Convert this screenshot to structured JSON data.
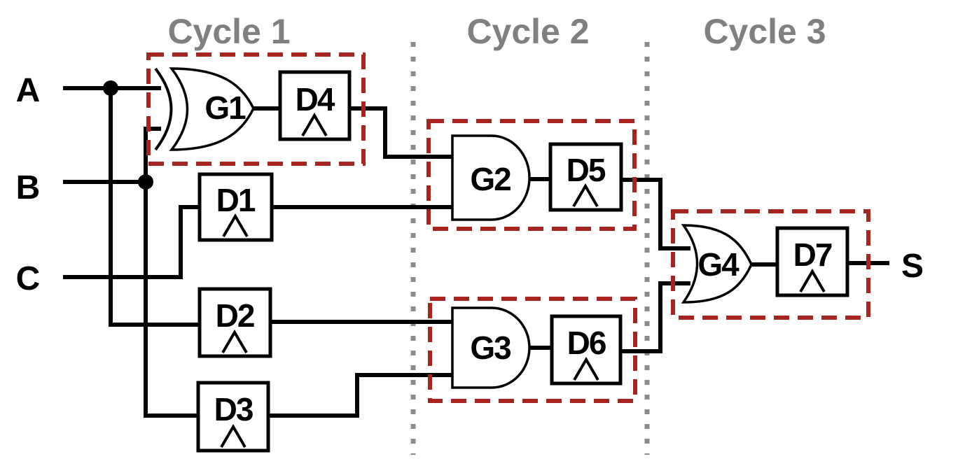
{
  "cycles": [
    "Cycle 1",
    "Cycle 2",
    "Cycle 3"
  ],
  "inputs": [
    "A",
    "B",
    "C"
  ],
  "output": "S",
  "gates": [
    {
      "id": "g1",
      "label": "G1",
      "kind": "xor"
    },
    {
      "id": "g2",
      "label": "G2",
      "kind": "and"
    },
    {
      "id": "g3",
      "label": "G3",
      "kind": "and"
    },
    {
      "id": "g4",
      "label": "G4",
      "kind": "or"
    }
  ],
  "flipflops": [
    "D1",
    "D2",
    "D3",
    "D4",
    "D5",
    "D6",
    "D7"
  ],
  "colors": {
    "stage_border": "#a8241f",
    "divider": "#8c8c8c",
    "cycle_label": "#808080",
    "wire": "#000000"
  }
}
